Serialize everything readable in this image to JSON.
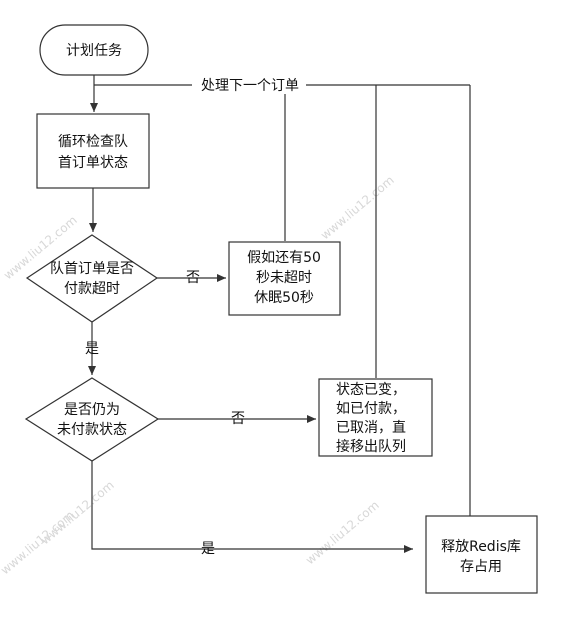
{
  "nodes": {
    "start": "计划任务",
    "check_head": [
      "循环检查队",
      "首订单状态"
    ],
    "head_timeout": [
      "队首订单是否",
      "付款超时"
    ],
    "wait": [
      "假如还有50",
      "秒未超时",
      "休眠50秒"
    ],
    "still_unpaid": [
      "是否仍为",
      "未付款状态"
    ],
    "state_changed": [
      "状态已变，",
      "如已付款，",
      "已取消，直",
      "接移出队列"
    ],
    "release": [
      "释放Redis库",
      "存占用"
    ]
  },
  "edge_labels": {
    "next_order": "处理下一个订单",
    "timeout_no": "否",
    "timeout_yes": "是",
    "unpaid_no": "否",
    "unpaid_yes": "是"
  },
  "watermark": "www.liu12.com"
}
